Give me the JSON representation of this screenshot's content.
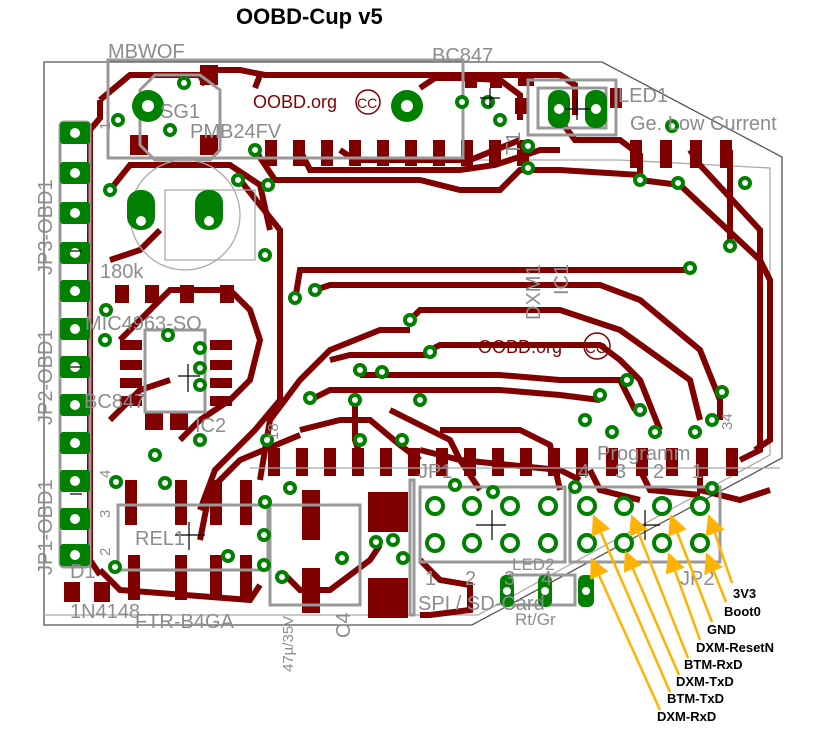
{
  "title": "OOBD-Cup v5",
  "silkscreen": {
    "mbwof": "MBWOF",
    "bc847_top": "BC847",
    "led1": "LED1",
    "led1_desc": "Ge. Low Current",
    "oobd_top": "OOBD.org",
    "cc_top": "CC",
    "sg1": "SG1",
    "pmb": "PMB24FV",
    "dxm1": "DXM1",
    "ic1": "IC1",
    "oobd_mid": "OOBD.org",
    "cc_mid": "CC",
    "programm": "Programm",
    "jp1": "JP1",
    "jp2": "JP2",
    "spi": "SPI / SD-Card",
    "led2": "LED2",
    "rtgr": "Rt/Gr",
    "rel1": "REL1",
    "ftr": "FTR-B4GA",
    "diode": "1N4148",
    "d1": "D1",
    "c4": "C4",
    "cap_value": "47µ/35V",
    "jp1_obd": "JP1-OBD1",
    "jp2_obd": "JP2-OBD1",
    "jp3_obd": "JP3-OBD1",
    "bc847_left": "BC847",
    "ic2": "IC2",
    "mic": "MIC4963-SO",
    "r180k": "180k",
    "t1": "T1",
    "pin34": "34",
    "pin18": "18",
    "prog_pins": [
      "4",
      "3",
      "2",
      "1"
    ],
    "spi_pins": [
      "1",
      "2",
      "3",
      "4"
    ],
    "obd_pins": [
      "4",
      "3",
      "2",
      "1"
    ]
  },
  "annotations": [
    {
      "label": "3V3"
    },
    {
      "label": "Boot0"
    },
    {
      "label": "GND"
    },
    {
      "label": "DXM-ResetN"
    },
    {
      "label": "BTM-RxD"
    },
    {
      "label": "DXM-TxD"
    },
    {
      "label": "BTM-TxD"
    },
    {
      "label": "DXM-RxD"
    }
  ],
  "colors": {
    "copper": "#800000",
    "pad": "#008000",
    "silk": "#8c8c8c",
    "annotation_arrow": "#ffb300"
  }
}
